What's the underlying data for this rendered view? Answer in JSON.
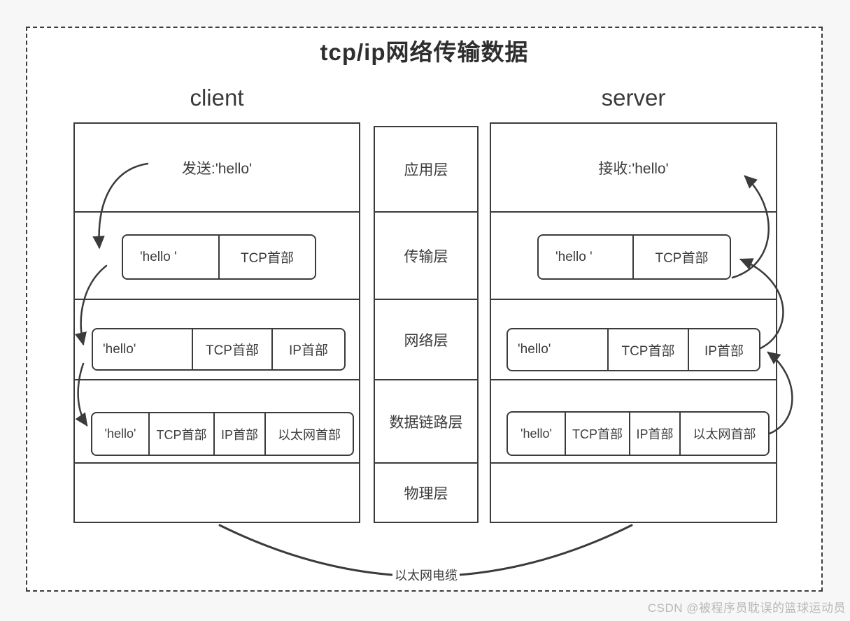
{
  "title": "tcp/ip网络传输数据",
  "client": {
    "label": "client",
    "app_text": "发送:'hello'",
    "transport": [
      "'hello '",
      "TCP首部"
    ],
    "network": [
      "'hello'",
      "TCP首部",
      "IP首部"
    ],
    "datalink": [
      "'hello'",
      "TCP首部",
      "IP首部",
      "以太网首部"
    ]
  },
  "server": {
    "label": "server",
    "app_text": "接收:'hello'",
    "transport": [
      "'hello '",
      "TCP首部"
    ],
    "network": [
      "'hello'",
      "TCP首部",
      "IP首部"
    ],
    "datalink": [
      "'hello'",
      "TCP首部",
      "IP首部",
      "以太网首部"
    ]
  },
  "layers": {
    "application": "应用层",
    "transport": "传输层",
    "network": "网络层",
    "datalink": "数据链路层",
    "physical": "物理层"
  },
  "cable_label": "以太网电缆",
  "watermark": "CSDN @被程序员耽误的篮球运动员",
  "colors": {
    "line": "#3b3b3b",
    "background": "#f7f7f7",
    "surface": "#ffffff",
    "watermark_gray": "#b8b8b8"
  }
}
